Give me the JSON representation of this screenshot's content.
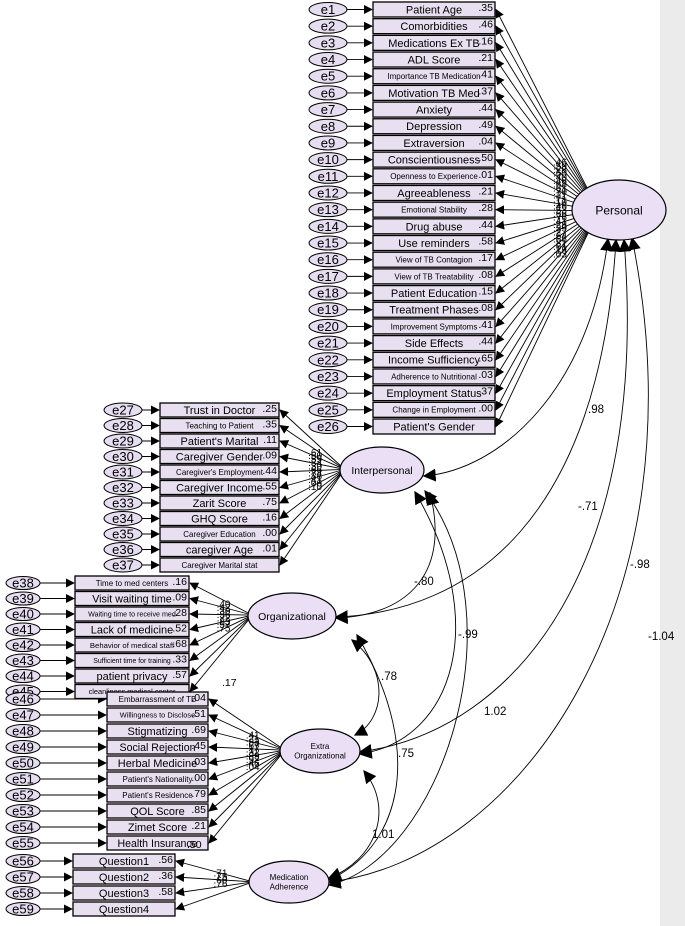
{
  "latents": [
    {
      "id": "personal",
      "label": "Personal"
    },
    {
      "id": "interpersonal",
      "label": "Interpersonal"
    },
    {
      "id": "organizational",
      "label": "Organizational"
    },
    {
      "id": "extra",
      "label": "Extra Organizational"
    },
    {
      "id": "adherence",
      "label": "Medication Adherence"
    }
  ],
  "groups": [
    {
      "latent": "personal",
      "items": [
        {
          "e": "e1",
          "label": "Patient Age",
          "val": ".35",
          "load": ".46"
        },
        {
          "e": "e2",
          "label": "Comorbidities",
          "val": ".46",
          "load": ".59"
        },
        {
          "e": "e3",
          "label": "Medications Ex TB",
          "val": ".16",
          "load": ".28"
        },
        {
          "e": "e4",
          "label": "ADL Score",
          "val": ".21",
          "load": ".60"
        },
        {
          "e": "e5",
          "label": "Importance TB Medication",
          "val": ".41",
          "load": ".40"
        },
        {
          "e": "e6",
          "label": "Motivation TB Med",
          "val": ".37",
          "load": ".46"
        },
        {
          "e": "e7",
          "label": "Anxiety",
          "val": ".44",
          "load": ".68"
        },
        {
          "e": "e8",
          "label": "Depression",
          "val": ".49",
          "load": ".61"
        },
        {
          "e": "e9",
          "label": "Extraversion",
          "val": ".04",
          "load": ".70"
        },
        {
          "e": "e10",
          "label": "Conscientiousness",
          "val": ".50",
          "load": ".21"
        },
        {
          "e": "e11",
          "label": "Openness to Experience",
          "val": ".01",
          "load": ".71"
        },
        {
          "e": "e12",
          "label": "Agreeableness",
          "val": ".21",
          "load": ".10"
        },
        {
          "e": "e13",
          "label": "Emotional Stability",
          "val": ".28",
          "load": ".46"
        },
        {
          "e": "e14",
          "label": "Drug abuse",
          "val": ".44",
          "load": ".53"
        },
        {
          "e": "e15",
          "label": "Use reminders",
          "val": ".58",
          "load": ".66"
        },
        {
          "e": "e16",
          "label": "View of TB Contagion",
          "val": ".17",
          "load": ".76"
        },
        {
          "e": "e17",
          "label": "View of TB Treatability",
          "val": ".08",
          "load": ".41"
        },
        {
          "e": "e18",
          "label": "Patient Education",
          "val": ".15",
          "load": ".28"
        },
        {
          "e": "e19",
          "label": "Treatment Phases",
          "val": ".08",
          "load": ".39"
        },
        {
          "e": "e20",
          "label": "Improvement Symptoms",
          "val": ".41",
          "load": ".27"
        },
        {
          "e": "e21",
          "label": "Side Effects",
          "val": ".44",
          "load": ".64"
        },
        {
          "e": "e22",
          "label": "Income Sufficiency",
          "val": ".65",
          "load": ".66"
        },
        {
          "e": "e23",
          "label": "Adherence to Nutritional",
          "val": ".03",
          "load": ".81"
        },
        {
          "e": "e24",
          "label": "Employment Status",
          "val": ".37",
          "load": ".61"
        },
        {
          "e": "e25",
          "label": "Change in Employment",
          "val": ".00",
          "load": ".18"
        },
        {
          "e": "e26",
          "label": "Patient's Gender",
          "val": "",
          "load": ".03"
        }
      ]
    },
    {
      "latent": "interpersonal",
      "items": [
        {
          "e": "e27",
          "label": "Trust in Doctor",
          "val": ".25",
          "load": ".61"
        },
        {
          "e": "e28",
          "label": "Teaching to Patient",
          "val": ".35",
          "load": ".50"
        },
        {
          "e": "e29",
          "label": "Patient's Marital",
          "val": ".11",
          "load": ".59"
        },
        {
          "e": "e30",
          "label": "Caregiver Gender",
          "val": ".09",
          "load": ".34"
        },
        {
          "e": "e31",
          "label": "Caregiver's Employment",
          "val": ".44",
          "load": ".30"
        },
        {
          "e": "e32",
          "label": "Caregiver Income",
          "val": ".55",
          "load": ".66"
        },
        {
          "e": "e33",
          "label": "Zarit Score",
          "val": ".75",
          "load": ".74"
        },
        {
          "e": "e34",
          "label": "GHQ Score",
          "val": ".16",
          "load": ".86"
        },
        {
          "e": "e35",
          "label": "Caregiver Education",
          "val": ".00",
          "load": ".41"
        },
        {
          "e": "e36",
          "label": "caregiver Age",
          "val": ".01",
          "load": ".06"
        },
        {
          "e": "e37",
          "label": "Caregiver Marital stat",
          "val": "",
          "load": ".10"
        }
      ]
    },
    {
      "latent": "organizational",
      "items": [
        {
          "e": "e38",
          "label": "Time to med centers",
          "val": ".16",
          "load": ".40"
        },
        {
          "e": "e39",
          "label": "Visit waiting time",
          "val": ".09",
          "load": ".42"
        },
        {
          "e": "e40",
          "label": "Waiting time to receive med",
          "val": ".28",
          "load": ".30"
        },
        {
          "e": "e41",
          "label": "Lack of medicine",
          "val": ".52",
          "load": ".36"
        },
        {
          "e": "e42",
          "label": "Behavior of medical staff",
          "val": ".68",
          "load": ".72"
        },
        {
          "e": "e43",
          "label": "Sufficient time for training",
          "val": ".33",
          "load": ".83"
        },
        {
          "e": "e44",
          "label": "patient privacy",
          "val": ".57",
          "load": ".57"
        },
        {
          "e": "e45",
          "label": "cleanliness medical center",
          "val": "",
          "load": ".75"
        }
      ]
    },
    {
      "latent": "extra",
      "items": [
        {
          "e": "e46",
          "label": "Embarrassment of TB",
          "val": ".04",
          "load": ".41"
        },
        {
          "e": "e47",
          "label": "Willingness to Disclose",
          "val": ".51",
          "load": ".21"
        },
        {
          "e": "e48",
          "label": "Stigmatizing",
          "val": ".69",
          "load": ".83"
        },
        {
          "e": "e49",
          "label": "Social Rejection",
          "val": ".45",
          "load": ".67"
        },
        {
          "e": "e50",
          "label": "Herbal Medicine",
          "val": ".03",
          "load": ".17"
        },
        {
          "e": "e51",
          "label": "Patient's Nationality",
          "val": ".00",
          "load": ".32"
        },
        {
          "e": "e52",
          "label": "Patient's Residence",
          "val": ".79",
          "load": ".89"
        },
        {
          "e": "e53",
          "label": "QOL Score",
          "val": ".85",
          "load": ".92"
        },
        {
          "e": "e54",
          "label": "Zimet Score",
          "val": ".21",
          "load": ".46"
        },
        {
          "e": "e55",
          "label": "Health Insurance",
          "val": "",
          "load": ".04"
        }
      ]
    },
    {
      "latent": "adherence",
      "items": [
        {
          "e": "e56",
          "label": "Question1",
          "val": ".56",
          "load": ".71"
        },
        {
          "e": "e57",
          "label": "Question2",
          "val": ".36",
          "load": ".75"
        },
        {
          "e": "e58",
          "label": "Question3",
          "val": ".58",
          "load": ".60"
        },
        {
          "e": "e59",
          "label": "Question4",
          "val": "",
          "load": ".76"
        }
      ]
    }
  ],
  "extraLabels": [
    ".17",
    ".50"
  ],
  "correlations": [
    {
      "from": "personal",
      "to": "interpersonal",
      "val": ".98"
    },
    {
      "from": "personal",
      "to": "organizational",
      "val": "-.71"
    },
    {
      "from": "personal",
      "to": "extra",
      "val": "-.98"
    },
    {
      "from": "personal",
      "to": "adherence",
      "val": "-1.04"
    },
    {
      "from": "interpersonal",
      "to": "organizational",
      "val": "-.80"
    },
    {
      "from": "interpersonal",
      "to": "extra",
      "val": "-.99"
    },
    {
      "from": "interpersonal",
      "to": "adherence",
      "val": "1.02"
    },
    {
      "from": "organizational",
      "to": "extra",
      "val": ".78"
    },
    {
      "from": "organizational",
      "to": "adherence",
      "val": ".75"
    },
    {
      "from": "extra",
      "to": "adherence",
      "val": "1.01"
    }
  ]
}
